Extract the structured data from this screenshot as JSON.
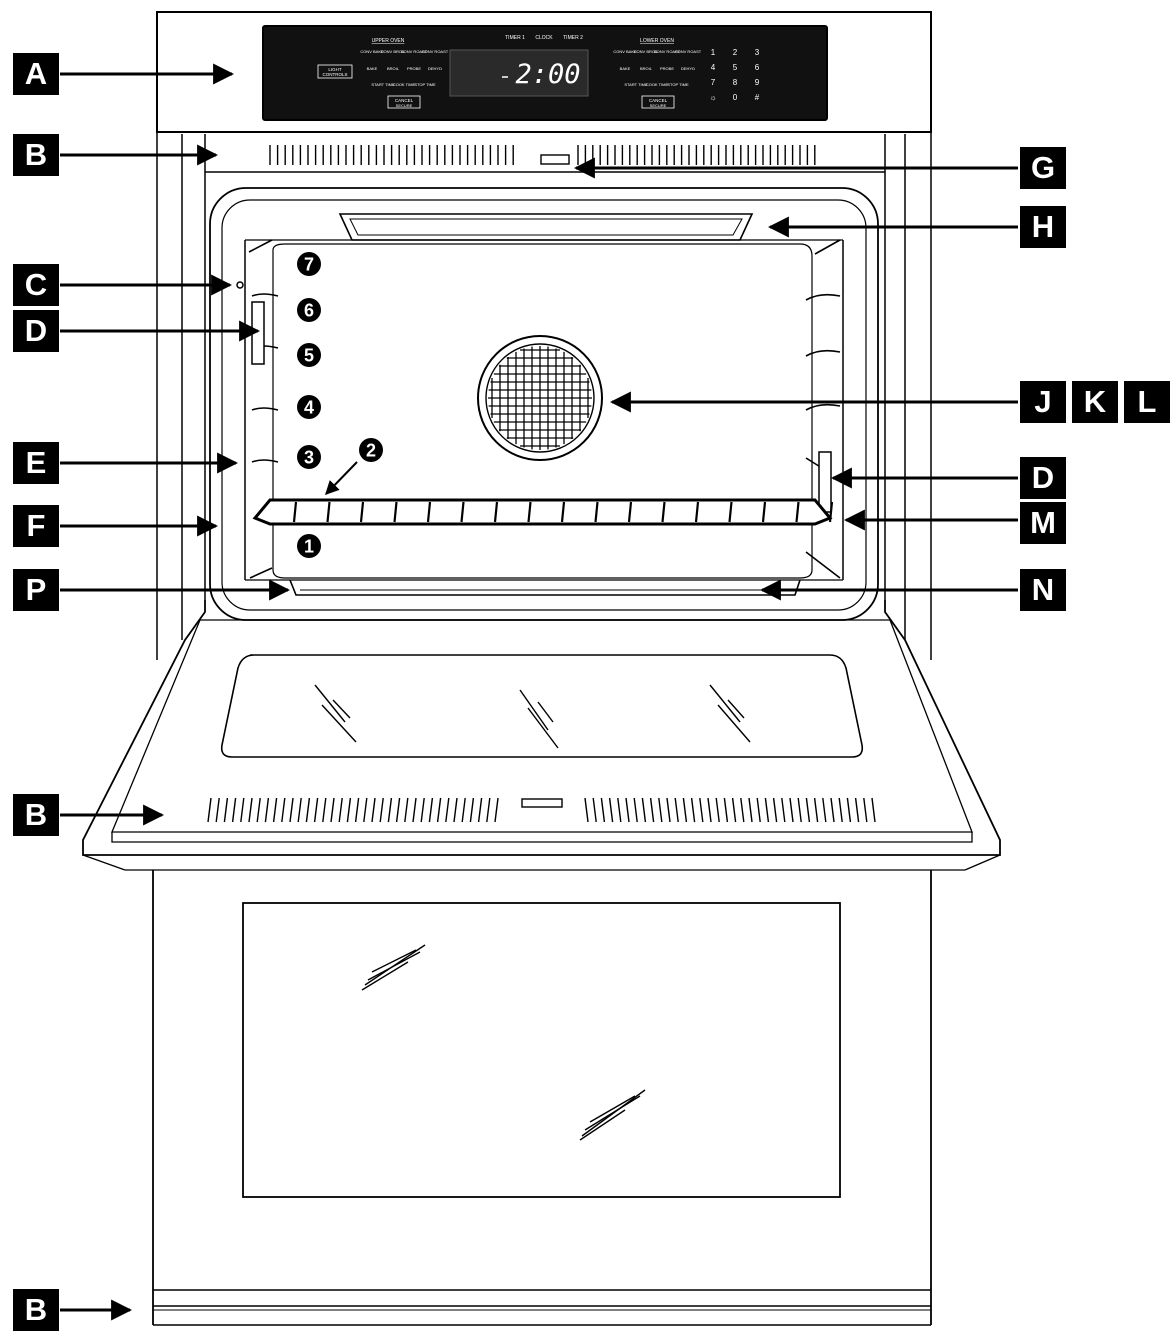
{
  "diagram": {
    "callouts": {
      "A": "A",
      "B": "B",
      "C": "C",
      "D": "D",
      "E": "E",
      "F": "F",
      "G": "G",
      "H": "H",
      "J": "J",
      "K": "K",
      "L": "L",
      "M": "M",
      "N": "N",
      "P": "P"
    },
    "rack_positions": [
      "1",
      "2",
      "3",
      "4",
      "5",
      "6",
      "7"
    ],
    "control_panel": {
      "upper_oven_label": "UPPER OVEN",
      "lower_oven_label": "LOWER OVEN",
      "timer1": "TIMER 1",
      "clock": "CLOCK",
      "timer2": "TIMER 2",
      "display": "2:00",
      "light_control": "LIGHT",
      "light_control_sub": "CONTROLS",
      "cancel": "CANCEL",
      "cancel_sub": "SECURE",
      "mode_row1": [
        "CONV BAKE",
        "CONV BROIL",
        "CONV ROAST",
        "CONV ROAST"
      ],
      "mode_row2": [
        "BAKE",
        "BROIL",
        "PROBE",
        "DEHYD"
      ],
      "mode_row3": [
        "START TIME",
        "COOK TIME",
        "STOP TIME"
      ],
      "keypad": [
        "1",
        "2",
        "3",
        "4",
        "5",
        "6",
        "7",
        "8",
        "9",
        "☼",
        "0",
        "#"
      ]
    }
  },
  "colors": {
    "ink": "#000000",
    "panel": "#111111",
    "paper": "#ffffff"
  }
}
